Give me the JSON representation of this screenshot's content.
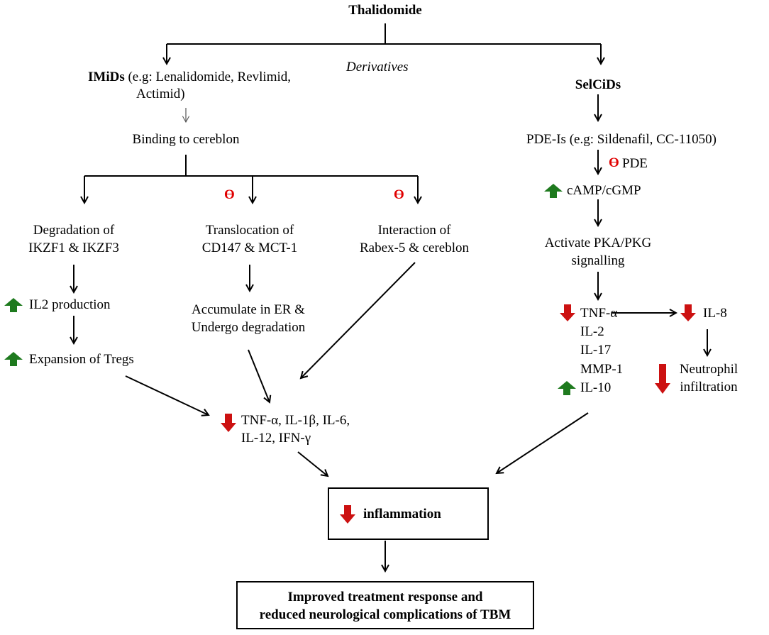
{
  "root": {
    "label": "Thalidomide"
  },
  "derivatives_label": "Derivatives",
  "imids": {
    "title": "IMiDs",
    "detail_line1": " (e.g: Lenalidomide, Revlimid,",
    "detail_line2": "Actimid)"
  },
  "binding": "Binding to cereblon",
  "branch_left": {
    "line1": "Degradation of",
    "line2": "IKZF1 & IKZF3",
    "il2": "IL2 production",
    "tregs": "Expansion of Tregs"
  },
  "branch_mid": {
    "line1": "Translocation of",
    "line2": "CD147 & MCT-1",
    "acc1": "Accumulate in ER &",
    "acc2": "Undergo degradation"
  },
  "branch_right": {
    "line1": "Interaction of",
    "line2": "Rabex-5 & cereblon"
  },
  "cytokines": {
    "line1": "TNF-α, IL-1β, IL-6,",
    "line2": "IL-12, IFN-γ"
  },
  "inhibition_symbol": "Ɵ",
  "selcids": {
    "title": "SelCiDs",
    "pde": "PDE-Is (e.g: Sildenafil, CC-11050)",
    "pde_target": "PDE",
    "camp": "cAMP/cGMP",
    "pka1": "Activate PKA/PKG",
    "pka2": "signalling"
  },
  "sel_cytokines": {
    "tnf": "TNF-α",
    "il2": "IL-2",
    "il17": "IL-17",
    "mmp": "MMP-1",
    "il10": "IL-10",
    "il8": "IL-8",
    "neu1": "Neutrophil",
    "neu2": "infiltration"
  },
  "inflammation": "inflammation",
  "outcome": {
    "line1": "Improved treatment response and",
    "line2": "reduced neurological complications of TBM"
  },
  "colors": {
    "up_arrow": "#1e7a1e",
    "down_arrow": "#cc1111",
    "inhibit": "#e00000"
  },
  "icons": {
    "up": "green-up-arrow-icon",
    "down": "red-down-arrow-icon"
  }
}
